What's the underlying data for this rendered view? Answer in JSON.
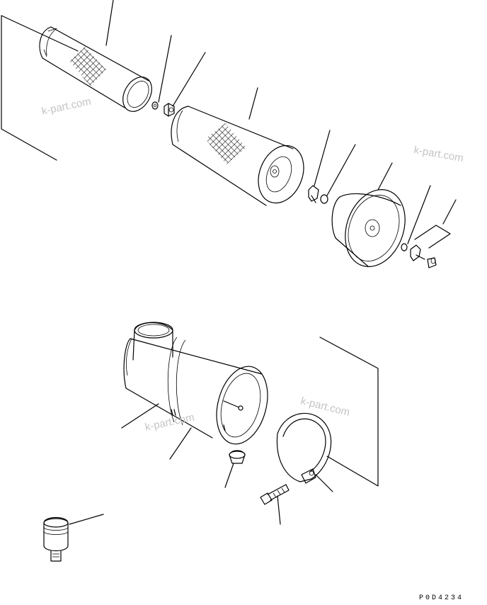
{
  "watermarks": [
    "k-part.com",
    "k-part.com",
    "k-part.com",
    "k-part.com"
  ],
  "drawing_code": "P0D4234"
}
